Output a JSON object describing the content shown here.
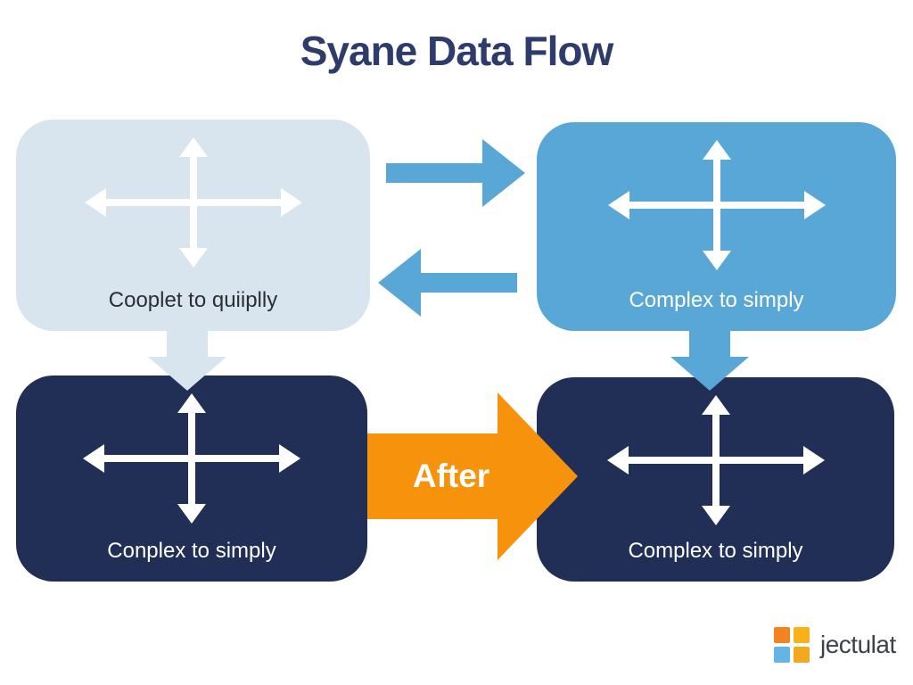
{
  "title": "Syane Data Flow",
  "boxes": {
    "top_left": {
      "label": "Cooplet to quiiplly",
      "fill": "#d8e5ef",
      "label_color": "#2b2e33",
      "icon": "move-cross-icon"
    },
    "top_right": {
      "label": "Complex to simply",
      "fill": "#58a7d6",
      "label_color": "#ffffff",
      "icon": "move-cross-icon"
    },
    "bottom_left": {
      "label": "Conplex to simply",
      "fill": "#212e55",
      "label_color": "#ffffff",
      "icon": "move-cross-icon"
    },
    "bottom_right": {
      "label": "Complex to simply",
      "fill": "#212e55",
      "label_color": "#ffffff",
      "icon": "move-cross-icon"
    }
  },
  "connectors": {
    "top_exchange_right_fill": "#58a7d6",
    "top_exchange_left_fill": "#58a7d6",
    "left_down_fill": "#d8e5ef",
    "right_down_fill": "#58a7d6",
    "after_arrow": {
      "label": "After",
      "fill": "#f7920d",
      "label_color": "#ffffff"
    }
  },
  "logo": {
    "text": "jectulat",
    "squares": [
      "#f58220",
      "#f8b119",
      "#63b5e6",
      "#f3a81d"
    ]
  },
  "colors": {
    "background": "#ffffff",
    "title": "#2d3c6b",
    "icon_color": "#ffffff"
  }
}
